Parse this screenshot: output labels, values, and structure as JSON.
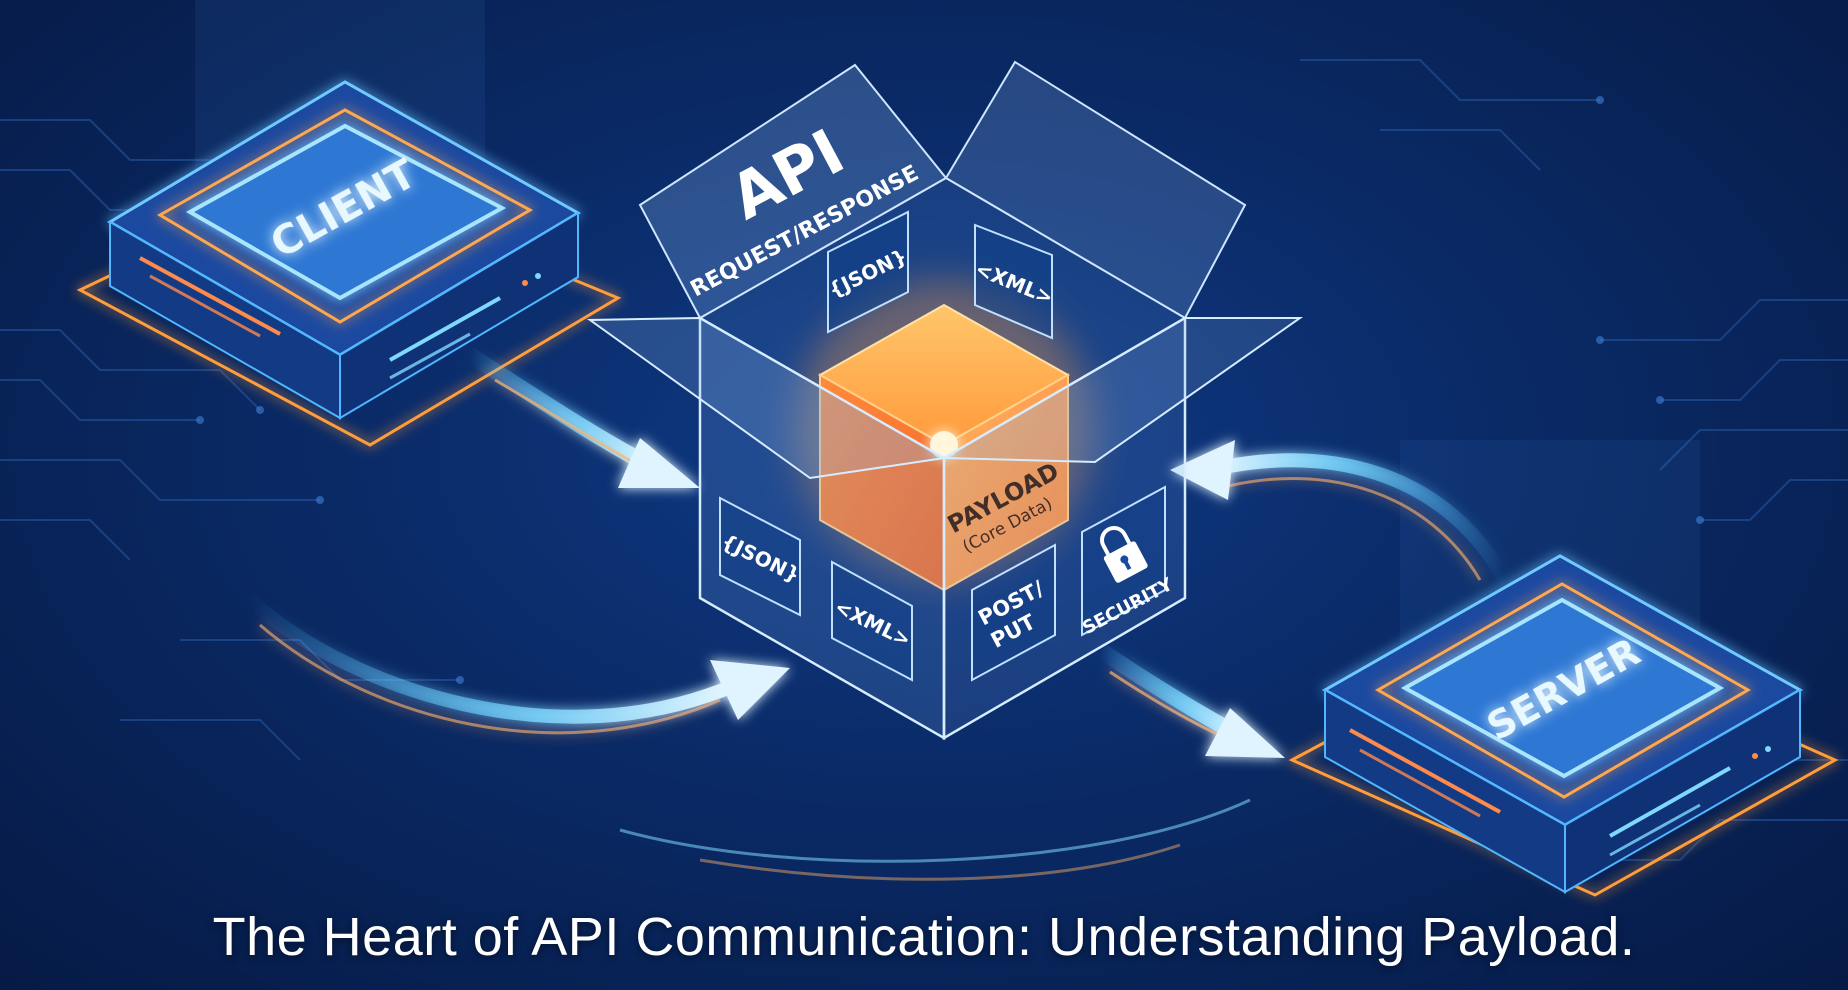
{
  "caption": "The Heart of API Communication: Understanding Payload.",
  "client": {
    "label": "CLIENT"
  },
  "server": {
    "label": "SERVER"
  },
  "box": {
    "flap_title": "API",
    "flap_subtitle": "REQUEST/RESPONSE",
    "tags": {
      "json_top": "{JSON}",
      "xml_top": "<XML>",
      "json_front": "{JSON}",
      "xml_front": "<XML>",
      "post_line1": "POST/",
      "post_line2": "PUT",
      "security": "SECURITY"
    },
    "payload_title": "PAYLOAD",
    "payload_sub": "(Core Data)"
  },
  "colors": {
    "background": "#0a2a66",
    "glow_blue": "#4fc3ff",
    "glow_orange": "#ffa040",
    "payload_core": "#ff9a3c"
  },
  "icons": [
    "padlock-icon",
    "arrow-client-to-box",
    "arrow-box-to-client",
    "arrow-box-to-server",
    "arrow-server-to-box"
  ]
}
